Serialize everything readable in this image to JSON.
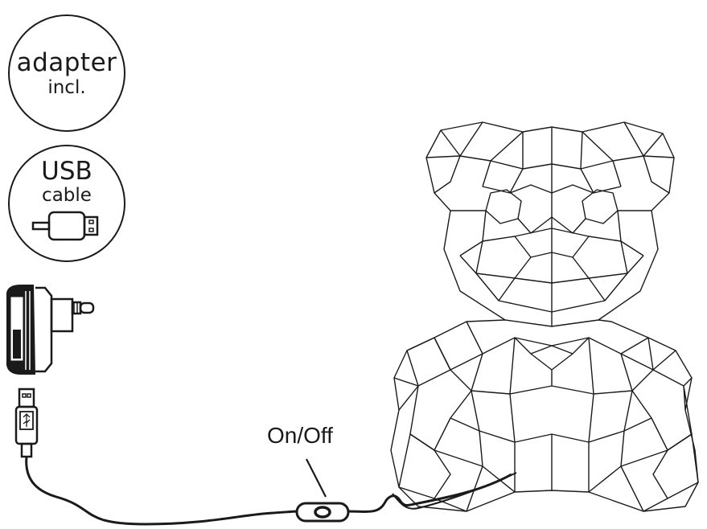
{
  "badges": {
    "adapter": {
      "line1": "adapter",
      "line2": "incl."
    },
    "usb": {
      "line1": "USB",
      "line2": "cable"
    }
  },
  "switch": {
    "label": "On/Off"
  },
  "icons": [
    "usb-plug-icon",
    "power-adapter-icon",
    "usb-connector-icon",
    "inline-switch-icon",
    "teddy-bear-lamp-icon"
  ],
  "colors": {
    "line": "#1a1a1a",
    "background": "#ffffff"
  }
}
